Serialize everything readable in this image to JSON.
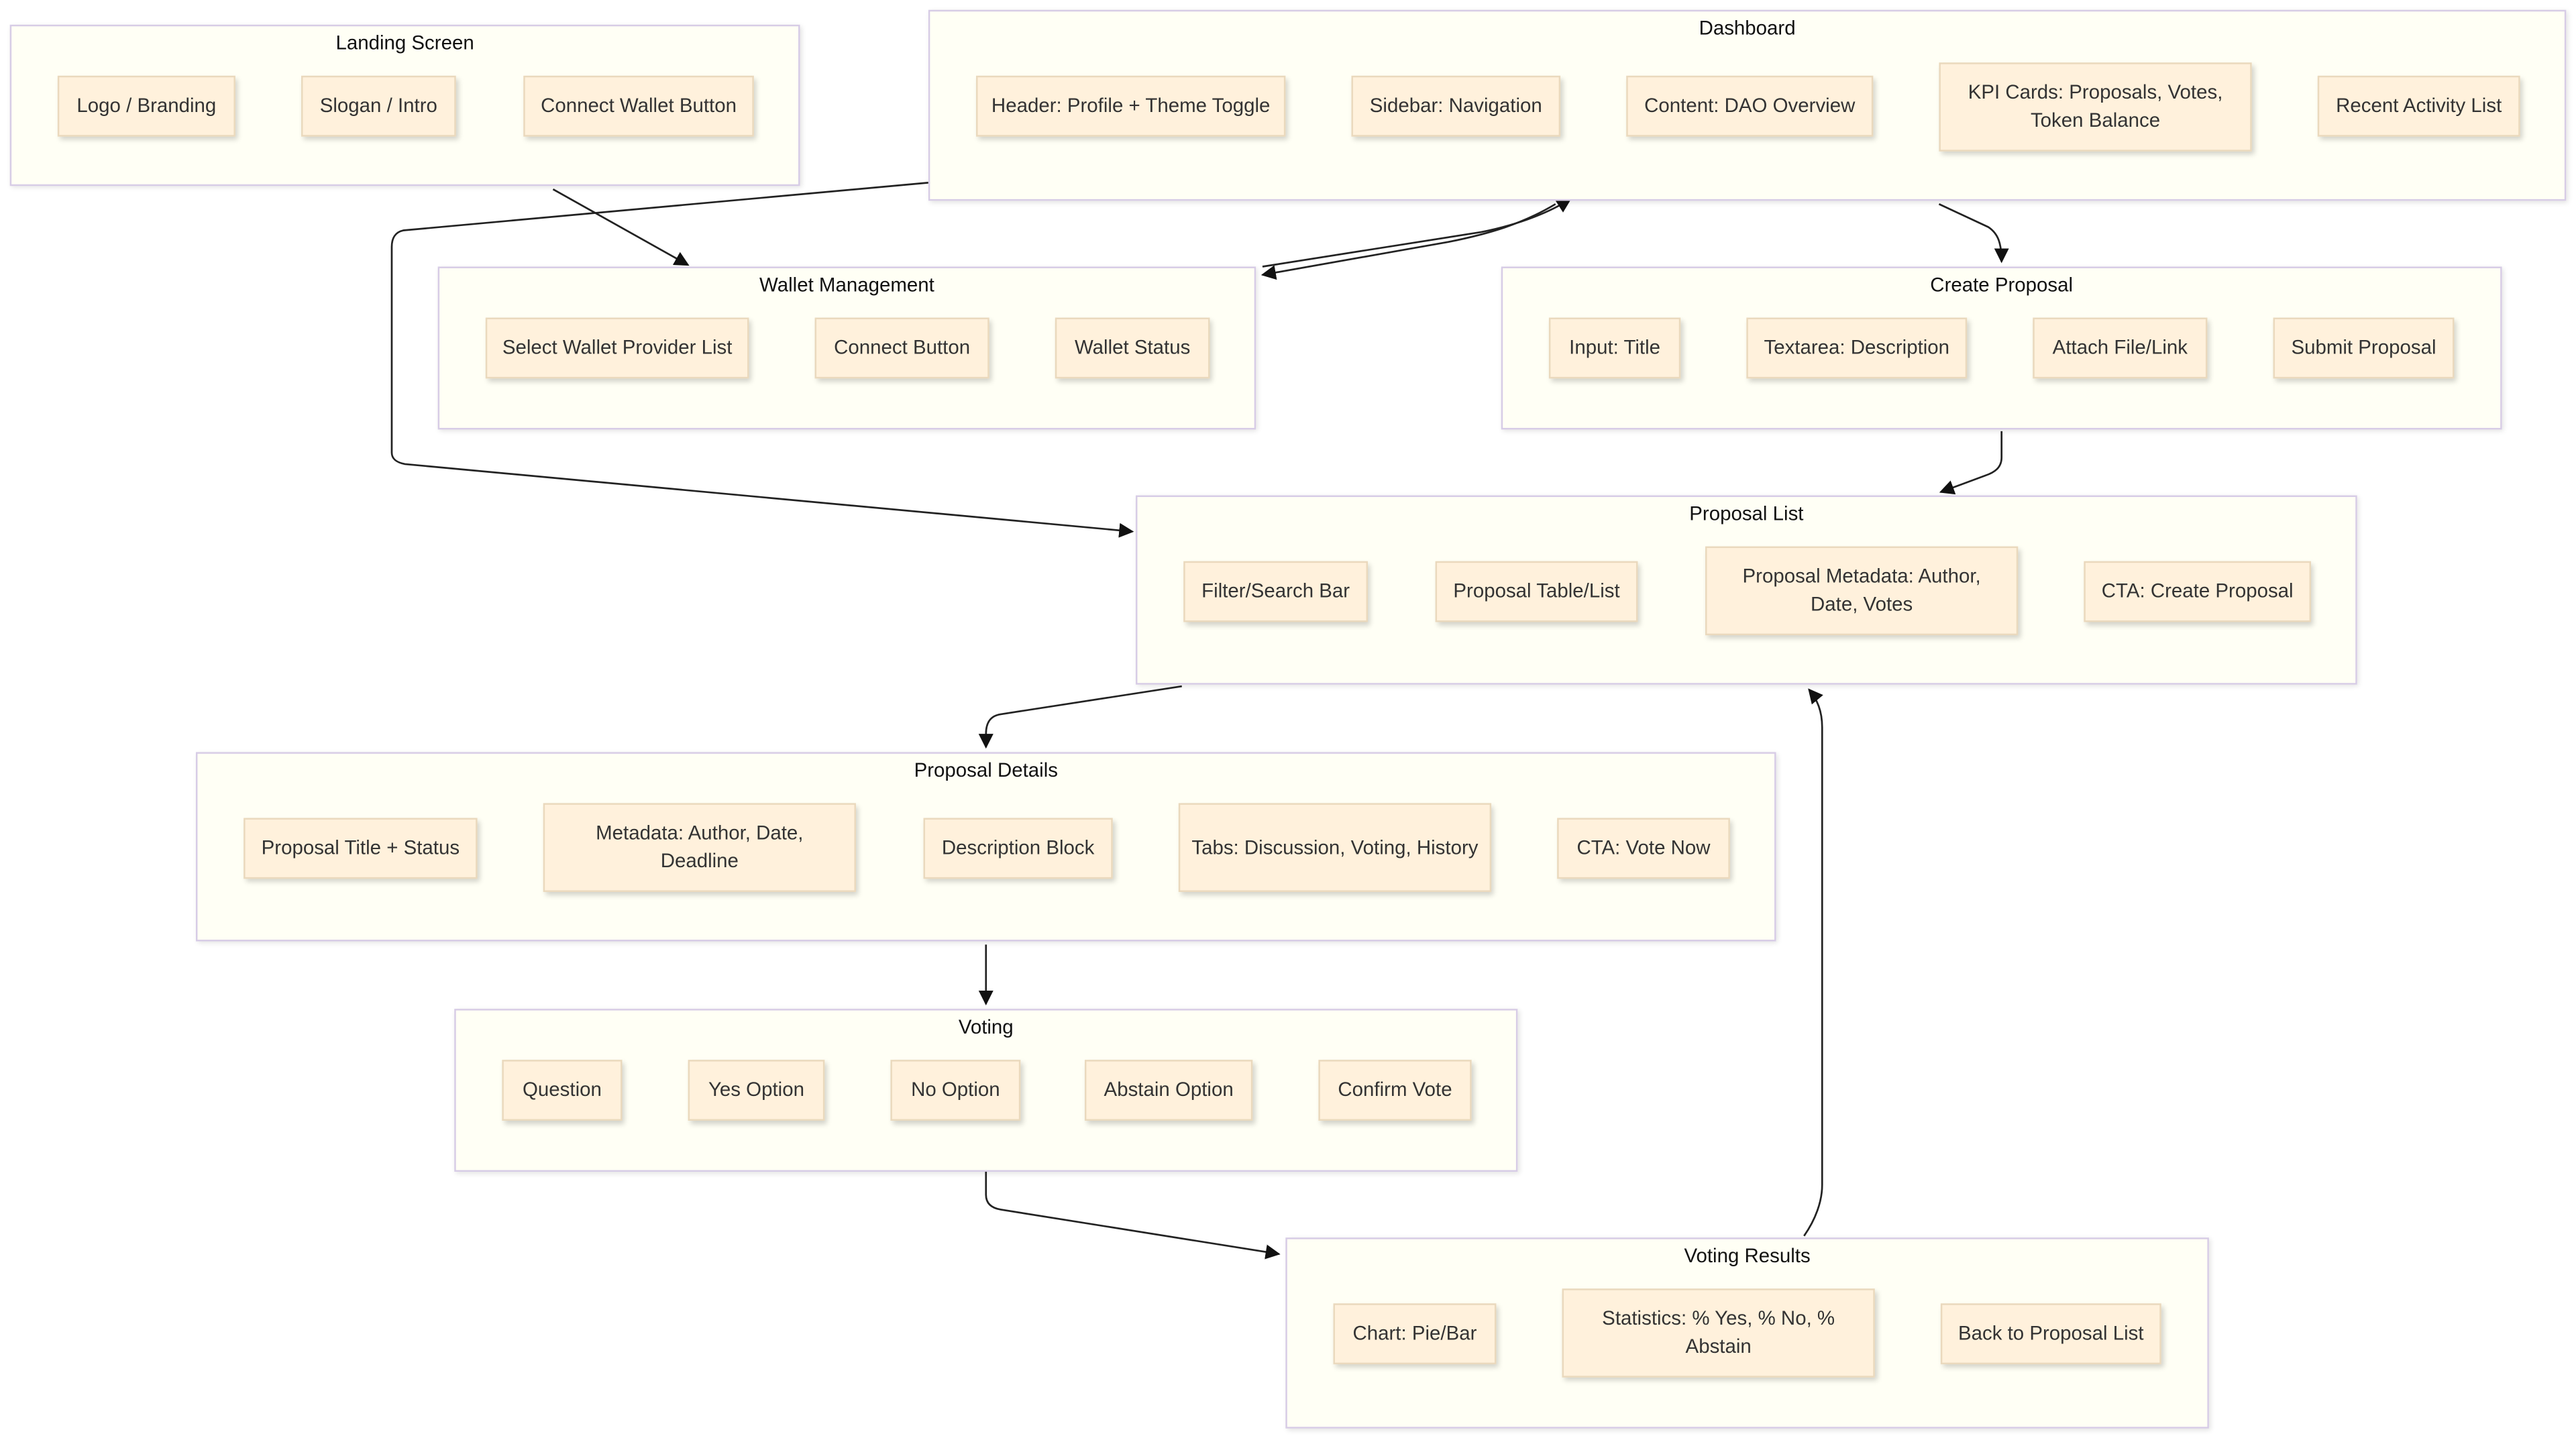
{
  "groups": {
    "landing": {
      "title": "Landing Screen",
      "items": [
        "Logo / Branding",
        "Slogan / Intro",
        "Connect Wallet Button"
      ]
    },
    "dashboard": {
      "title": "Dashboard",
      "items": [
        "Header: Profile + Theme Toggle",
        "Sidebar: Navigation",
        "Content: DAO Overview",
        "KPI Cards: Proposals, Votes, Token Balance",
        "Recent Activity List"
      ]
    },
    "wallet": {
      "title": "Wallet Management",
      "items": [
        "Select Wallet Provider List",
        "Connect Button",
        "Wallet Status"
      ]
    },
    "create": {
      "title": "Create Proposal",
      "items": [
        "Input: Title",
        "Textarea: Description",
        "Attach File/Link",
        "Submit Proposal"
      ]
    },
    "plist": {
      "title": "Proposal List",
      "items": [
        "Filter/Search Bar",
        "Proposal Table/List",
        "Proposal Metadata: Author, Date, Votes",
        "CTA: Create Proposal"
      ]
    },
    "details": {
      "title": "Proposal Details",
      "items": [
        "Proposal Title + Status",
        "Metadata: Author, Date, Deadline",
        "Description Block",
        "Tabs: Discussion, Voting, History",
        "CTA: Vote Now"
      ]
    },
    "voting": {
      "title": "Voting",
      "items": [
        "Question",
        "Yes Option",
        "No Option",
        "Abstain Option",
        "Confirm Vote"
      ]
    },
    "results": {
      "title": "Voting Results",
      "items": [
        "Chart: Pie/Bar",
        "Statistics: % Yes, % No, % Abstain",
        "Back to Proposal List"
      ]
    }
  },
  "edges": [
    {
      "from": "landing",
      "to": "wallet"
    },
    {
      "from": "dashboard",
      "to": "wallet"
    },
    {
      "from": "wallet",
      "to": "dashboard"
    },
    {
      "from": "dashboard",
      "to": "create"
    },
    {
      "from": "dashboard",
      "to": "plist"
    },
    {
      "from": "create",
      "to": "plist"
    },
    {
      "from": "plist",
      "to": "details"
    },
    {
      "from": "details",
      "to": "voting"
    },
    {
      "from": "voting",
      "to": "results"
    },
    {
      "from": "results",
      "to": "plist"
    }
  ],
  "colors": {
    "group_fill": "#fffff5",
    "group_border": "#d7cce6",
    "node_fill": "#fff1dc",
    "node_border": "#ead9bd",
    "edge": "#222222"
  }
}
